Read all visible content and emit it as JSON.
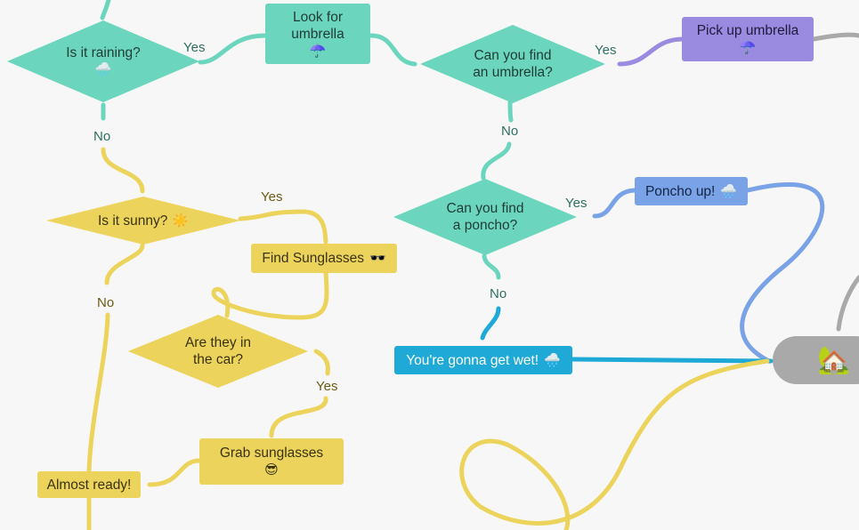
{
  "colors": {
    "teal": "#6bd6bd",
    "yellow": "#ecd45c",
    "purple": "#9a8ae0",
    "blue": "#7aa2e6",
    "cyan": "#1ea9d6",
    "gray": "#a9a9a9"
  },
  "nodes": {
    "raining": {
      "text_line1": "Is it raining?",
      "icon": "rain-cloud-icon"
    },
    "look_umbrella": {
      "text_line1": "Look for",
      "text_line2": "umbrella",
      "icon": "umbrella-icon"
    },
    "find_umbrella": {
      "text_line1": "Can you find",
      "text_line2": "an umbrella?"
    },
    "pick_umbrella": {
      "text": "Pick up umbrella",
      "icon": "umbrella-icon"
    },
    "sunny": {
      "text": "Is it sunny?",
      "icon": "sun-icon"
    },
    "find_sunglasses": {
      "text": "Find Sunglasses",
      "icon": "sunglasses-icon"
    },
    "in_car": {
      "text_line1": "Are they in",
      "text_line2": "the car?"
    },
    "grab_sunglasses": {
      "text": "Grab sunglasses",
      "icon": "cool-face-icon"
    },
    "almost_ready": {
      "text": "Almost ready!"
    },
    "find_poncho": {
      "text_line1": "Can you find",
      "text_line2": "a poncho?"
    },
    "poncho_up": {
      "text": "Poncho up!",
      "icon": "rain-cloud-icon"
    },
    "get_wet": {
      "text": "You're gonna get wet!",
      "icon": "rain-cloud-icon"
    },
    "home": {
      "icon": "house-icon"
    }
  },
  "labels": {
    "yes": "Yes",
    "no": "No"
  },
  "icons": {
    "rain": "🌧️",
    "umbrella": "☂️",
    "sun": "☀️",
    "sunglasses": "🕶️",
    "cool": "😎",
    "house": "🏡"
  }
}
